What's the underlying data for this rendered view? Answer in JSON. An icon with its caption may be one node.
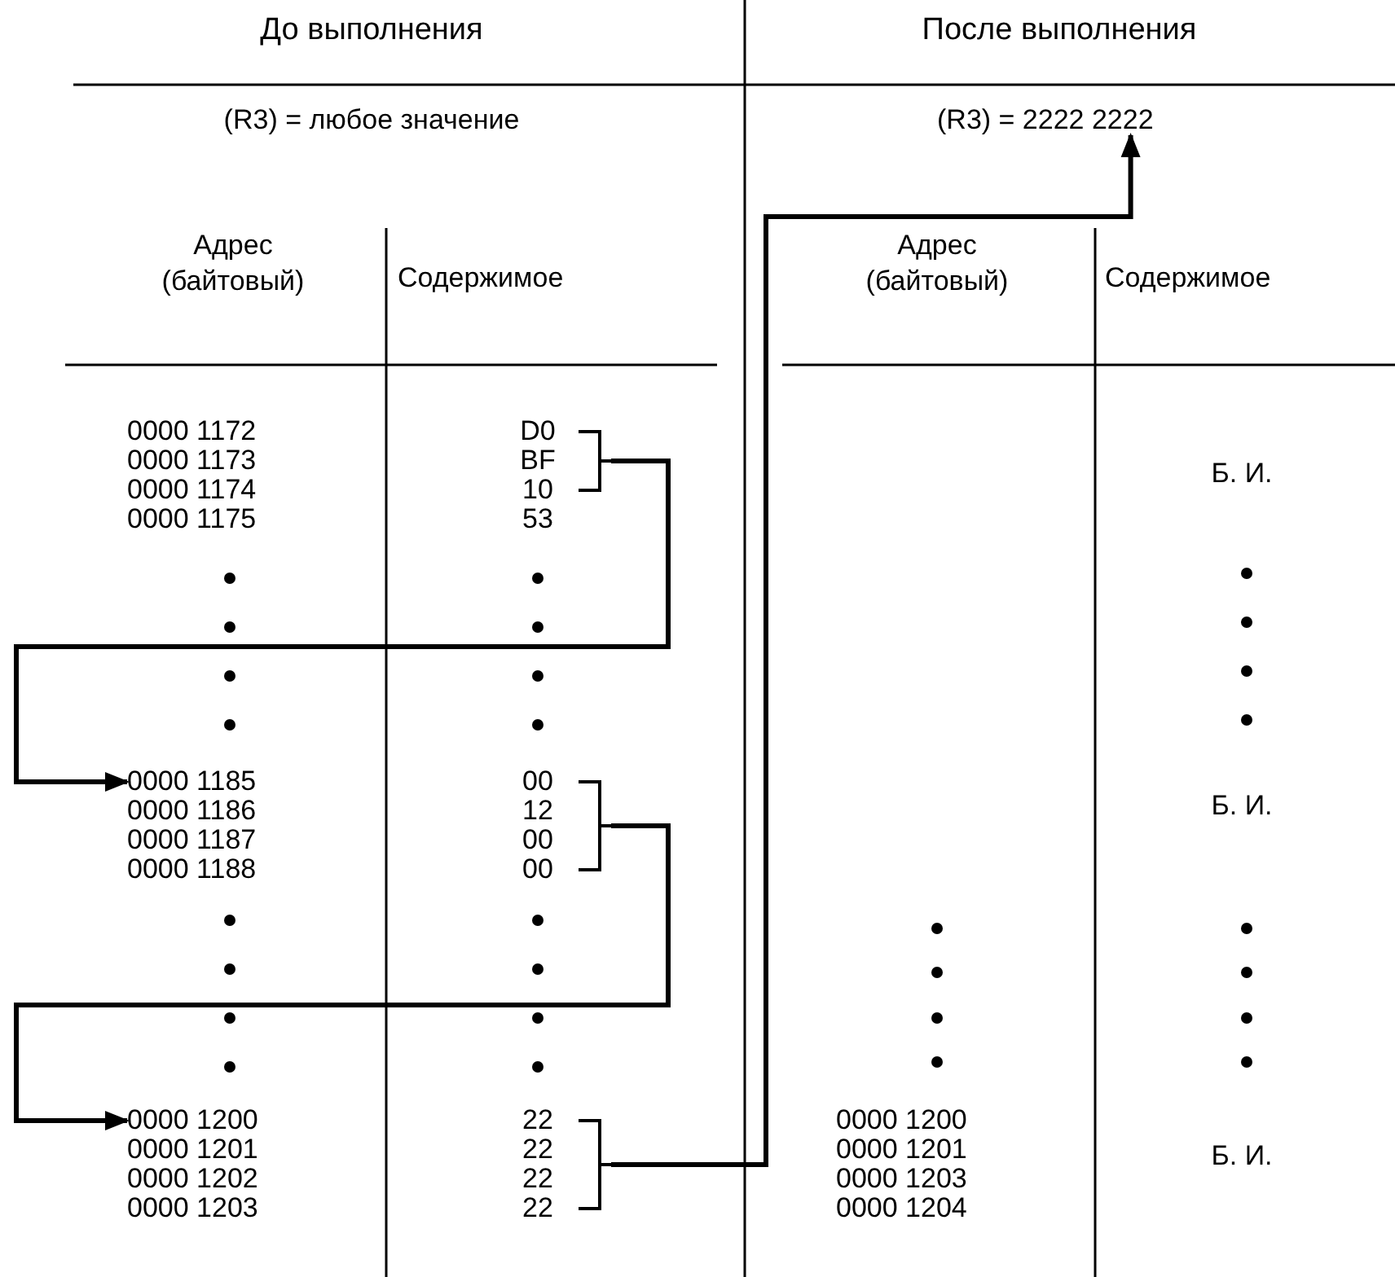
{
  "diagram": {
    "nodes": [
      {
        "text": [
          "(R3) = 2222 2222"
        ]
      },
      {
        "text": [
          "D0",
          "BF",
          "10"
        ]
      },
      {
        "text": [
          "0000 1185"
        ]
      },
      {
        "text": [
          "00",
          "12",
          "00",
          "00"
        ]
      },
      {
        "text": [
          "0000 1200"
        ]
      },
      {
        "text": [
          "22",
          "22",
          "22",
          "22"
        ]
      }
    ],
    "edges": [
      {
        "from": 1,
        "to": 2,
        "arrow": "to"
      },
      {
        "from": 3,
        "to": 4,
        "arrow": "to"
      },
      {
        "from": 5,
        "to": 0,
        "arrow": "to"
      }
    ],
    "labels": [
      "До выполнения",
      "После выполнения",
      "(R3) = любое значение",
      "Адрес (байтовый)",
      "Содержимое",
      "Адрес (байтовый)",
      "Содержимое",
      "0000 1172",
      "0000 1173",
      "0000 1174",
      "0000 1175",
      "53",
      "0000 1186",
      "0000 1187",
      "0000 1188",
      "0000 1201",
      "0000 1202",
      "0000 1203",
      "Б. И.",
      "Б. И.",
      "0000 1200",
      "0000 1201",
      "0000 1203",
      "0000 1204",
      "Б. И."
    ]
  }
}
